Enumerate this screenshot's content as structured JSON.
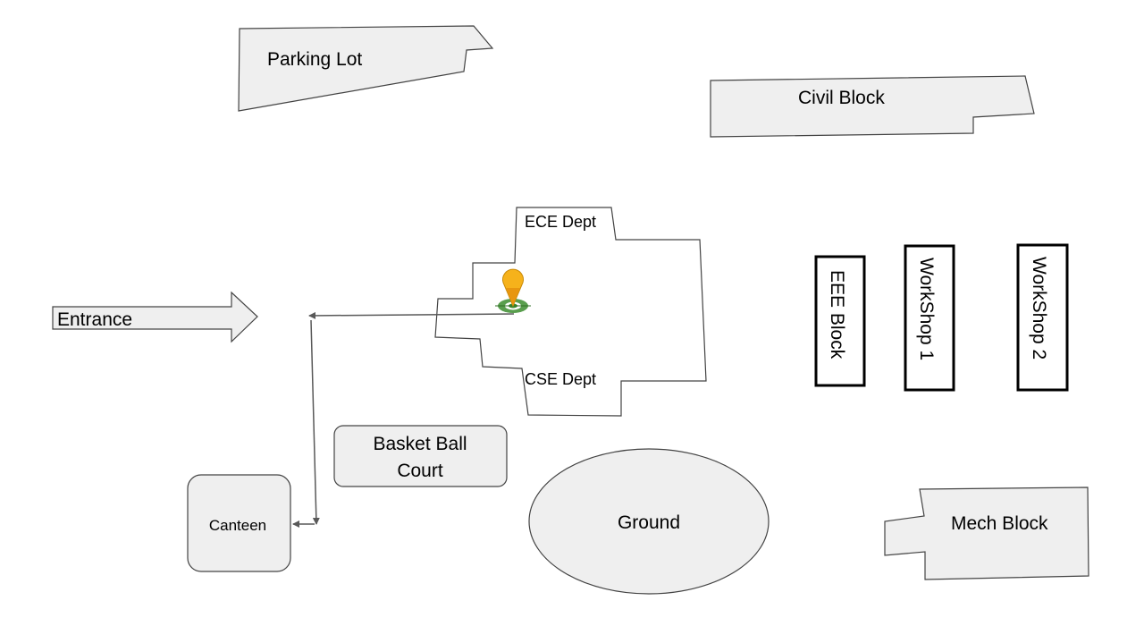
{
  "places": {
    "parking_lot": "Parking Lot",
    "civil_block": "Civil Block",
    "ece_dept": "ECE Dept",
    "cse_dept": "CSE Dept",
    "entrance": "Entrance",
    "eee_block": "EEE Block",
    "workshop_1": "WorkShop 1",
    "workshop_2": "WorkShop 2",
    "basketball_court_line1": "Basket Ball",
    "basketball_court_line2": "Court",
    "canteen": "Canteen",
    "ground": "Ground",
    "mech_block": "Mech Block"
  },
  "icons": {
    "location_marker": "location-pin-icon"
  },
  "colors": {
    "building_fill": "#efefef",
    "building_stroke": "#434343",
    "route_line": "#595959",
    "pin_body": "#f6b21b",
    "pin_ring": "#3c8d2f"
  }
}
